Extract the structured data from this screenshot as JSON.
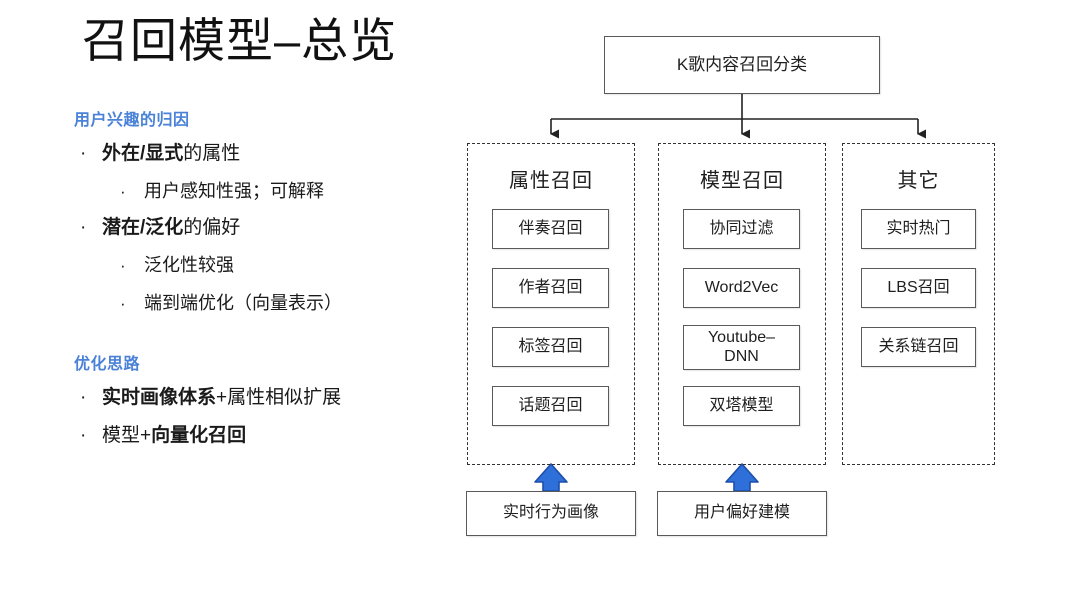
{
  "slide": {
    "title": "召回模型–总览"
  },
  "left_panel": {
    "sections": [
      {
        "heading": "用户兴趣的归因",
        "bullets": [
          {
            "level": 1,
            "bold": "外在/显式",
            "rest": "的属性"
          },
          {
            "level": 2,
            "bold": "",
            "rest": "用户感知性强；可解释"
          },
          {
            "level": 1,
            "bold": "潜在/泛化",
            "rest": "的偏好"
          },
          {
            "level": 2,
            "bold": "",
            "rest": "泛化性较强"
          },
          {
            "level": 2,
            "bold": "",
            "rest": "端到端优化（向量表示）"
          }
        ]
      },
      {
        "heading": "优化思路",
        "bullets": [
          {
            "level": 1,
            "bold": "实时画像体系",
            "rest": "+属性相似扩展"
          },
          {
            "level": 1,
            "bold": "",
            "rest": "模型+",
            "bold_tail": "向量化召回"
          }
        ]
      }
    ]
  },
  "diagram": {
    "root": "K歌内容召回分类",
    "groups": [
      {
        "title": "属性召回",
        "items": [
          "伴奏召回",
          "作者召回",
          "标签召回",
          "话题召回"
        ]
      },
      {
        "title": "模型召回",
        "items": [
          "协同过滤",
          "Word2Vec",
          "Youtube–\nDNN",
          "双塔模型"
        ]
      },
      {
        "title": "其它",
        "items": [
          "实时热门",
          "LBS召回",
          "关系链召回"
        ]
      }
    ],
    "inputs": [
      "实时行为画像",
      "用户偏好建模"
    ],
    "colors": {
      "accent_blue": "#4a82d8",
      "arrow_blue": "#2e6fd9",
      "arrow_blue_stroke": "#1d4fa8",
      "box_border": "#5a5a5a",
      "group_border": "#333333",
      "connector": "#222222"
    }
  }
}
